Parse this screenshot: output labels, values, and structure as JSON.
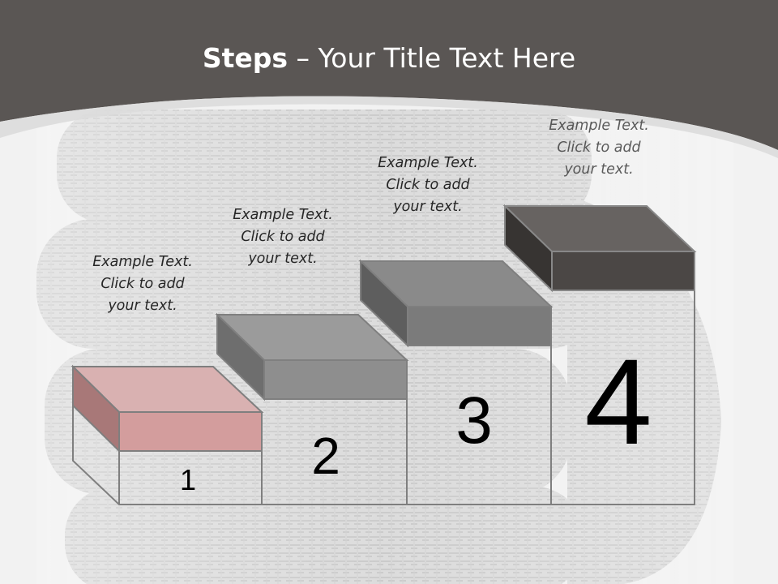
{
  "slide": {
    "title_bold": "Steps",
    "title_rest": " – Your Title Text Here"
  },
  "steps": [
    {
      "number": "1",
      "text": "Example Text.\nClick  to add\nyour text.",
      "color": "#d3a3a3"
    },
    {
      "number": "2",
      "text": "Example Text.\nClick  to add\nyour text.",
      "color": "#8c8c8c"
    },
    {
      "number": "3",
      "text": "Example Text.\nClick  to add\nyour text.",
      "color": "#7a7a7a"
    },
    {
      "number": "4",
      "text": "Example Text.\nClick  to add\nyour text.",
      "color": "#4a4644"
    }
  ],
  "colors": {
    "header": "#5a5654",
    "background": "#f2f2f2"
  }
}
